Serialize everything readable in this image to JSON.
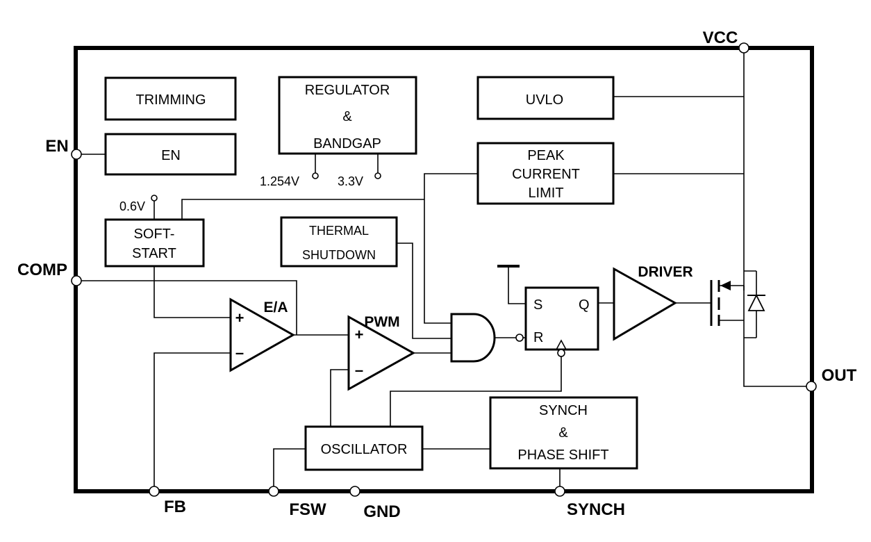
{
  "pins": {
    "vcc": "VCC",
    "en": "EN",
    "comp": "COMP",
    "out": "OUT",
    "fb": "FB",
    "fsw": "FSW",
    "gnd": "GND",
    "synch": "SYNCH"
  },
  "blocks": {
    "trimming": "TRIMMING",
    "en": "EN",
    "regulator": [
      "REGULATOR",
      "&",
      "BANDGAP"
    ],
    "uvlo": "UVLO",
    "peak_current_limit": [
      "PEAK",
      "CURRENT",
      "LIMIT"
    ],
    "soft_start": [
      "SOFT-",
      "START"
    ],
    "thermal_shutdown": [
      "THERMAL",
      "SHUTDOWN"
    ],
    "oscillator": "OSCILLATOR",
    "synch_phase_shift": [
      "SYNCH",
      "&",
      "PHASE SHIFT"
    ]
  },
  "references": {
    "ref_1254": "1.254V",
    "ref_33": "3.3V",
    "ref_06": "0.6V"
  },
  "labels": {
    "error_amp": "E/A",
    "pwm": "PWM",
    "driver": "DRIVER",
    "plus": "+",
    "minus": "–",
    "latch_s": "S",
    "latch_r": "R",
    "latch_q": "Q"
  }
}
